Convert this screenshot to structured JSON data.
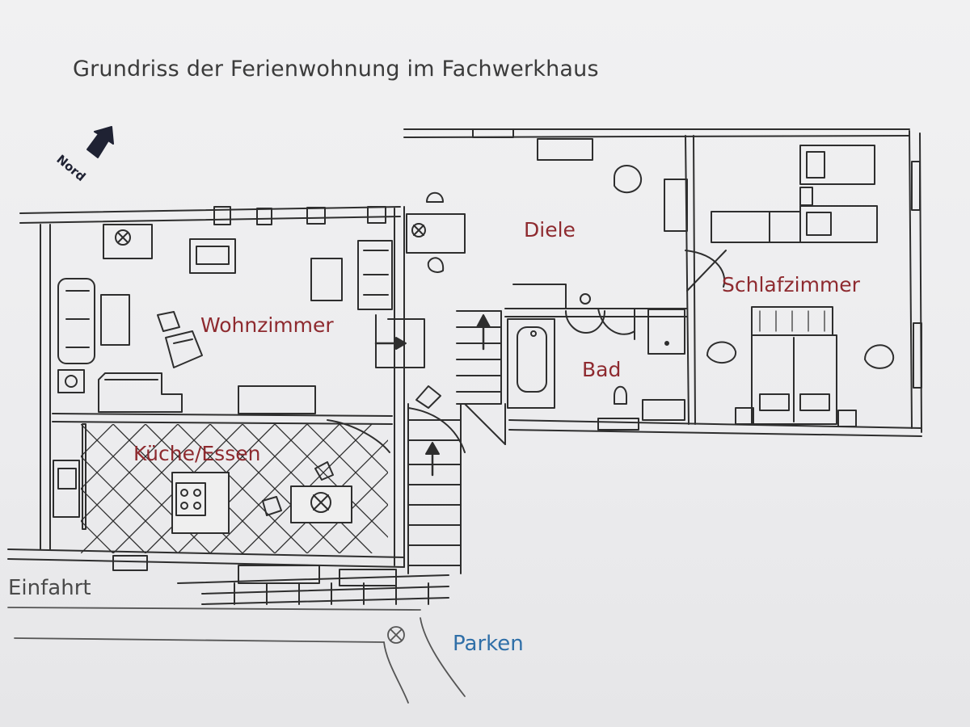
{
  "title": "Grundriss der Ferienwohnung im Fachwerkhaus",
  "north_label": "Nord",
  "colors": {
    "line": "#2e2e2e",
    "room": "#8e2a2f",
    "parking": "#2f6fa8",
    "grey_text": "#4a4a4a",
    "north": "#1f2233"
  },
  "icons": [
    "north-arrow-icon"
  ],
  "rooms": {
    "wohnzimmer": "Wohnzimmer",
    "kueche": "Küche/Essen",
    "diele": "Diele",
    "bad": "Bad",
    "schlafzimmer": "Schlafzimmer"
  },
  "outside": {
    "einfahrt": "Einfahrt",
    "parken": "Parken"
  }
}
